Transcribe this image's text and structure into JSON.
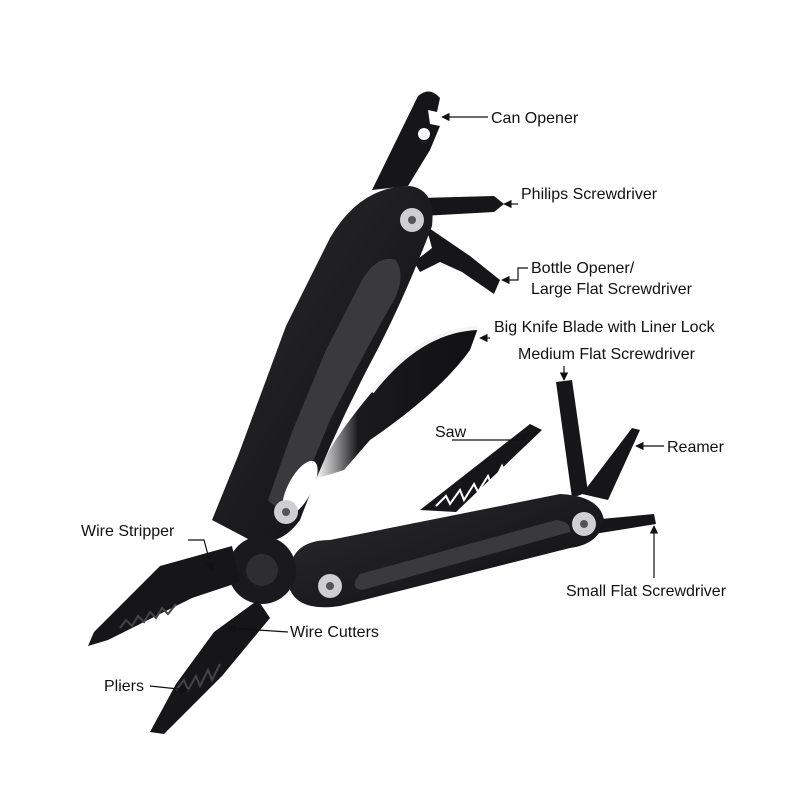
{
  "product": {
    "colors": {
      "body": "#1c1c1e",
      "body_dark": "#0d0d0e",
      "inlay": "#3a3a3d",
      "steel_edge": "#e9e9ea",
      "screw": "#cfcfd1",
      "label_text": "#111111",
      "background": "#ffffff"
    }
  },
  "labels": {
    "can_opener": "Can Opener",
    "philips_screwdriver": "Philips Screwdriver",
    "bottle_opener_line1": "Bottle Opener/",
    "bottle_opener_line2": "Large Flat Screwdriver",
    "big_knife": "Big Knife Blade with Liner Lock",
    "medium_flat": "Medium Flat Screwdriver",
    "saw": "Saw",
    "reamer": "Reamer",
    "wire_stripper": "Wire Stripper",
    "small_flat": "Small Flat Screwdriver",
    "wire_cutters": "Wire Cutters",
    "pliers": "Pliers"
  }
}
